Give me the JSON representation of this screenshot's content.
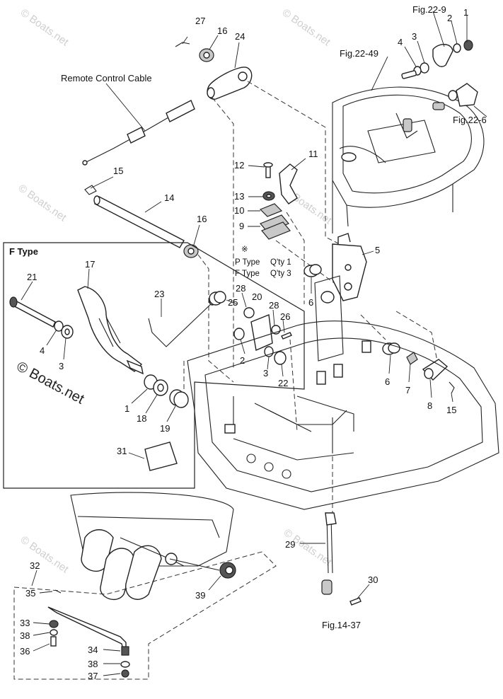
{
  "watermark": {
    "text": "© Boats.net"
  },
  "section_box": {
    "title": "F Type"
  },
  "figure_refs": [
    "Fig.22-9",
    "Fig.22-49",
    "Fig.22-6",
    "Fig.14-37"
  ],
  "cable_label": "Remote Control Cable",
  "note": {
    "mark": "※",
    "line1_type": "P Type",
    "line1_qty": "Q'ty 1",
    "line2_type": "F Type",
    "line2_qty": "Q'ty 3"
  },
  "callouts": {
    "c27": "27",
    "c16a": "16",
    "c24": "24",
    "c15a": "15",
    "c14": "14",
    "c16b": "16",
    "c12": "12",
    "c11": "11",
    "c13": "13",
    "c10": "10",
    "c9": "9",
    "c5": "5",
    "c6a": "6",
    "c21": "21",
    "c17": "17",
    "c23": "23",
    "c28a": "28",
    "c20": "20",
    "c25": "25",
    "c28b": "28",
    "c26": "26",
    "c4a": "4",
    "c3a": "3",
    "c2a": "2",
    "c3b": "3",
    "c22": "22",
    "c6b": "6",
    "c7": "7",
    "c8": "8",
    "c15b": "15",
    "c1a": "1",
    "c18": "18",
    "c19": "19",
    "c31": "31",
    "c2b": "2",
    "c1b": "1",
    "c3c": "3",
    "c4b": "4",
    "c29": "29",
    "c30": "30",
    "c32": "32",
    "c35": "35",
    "c39": "39",
    "c33": "33",
    "c38a": "38",
    "c36": "36",
    "c34": "34",
    "c38b": "38",
    "c37": "37"
  }
}
